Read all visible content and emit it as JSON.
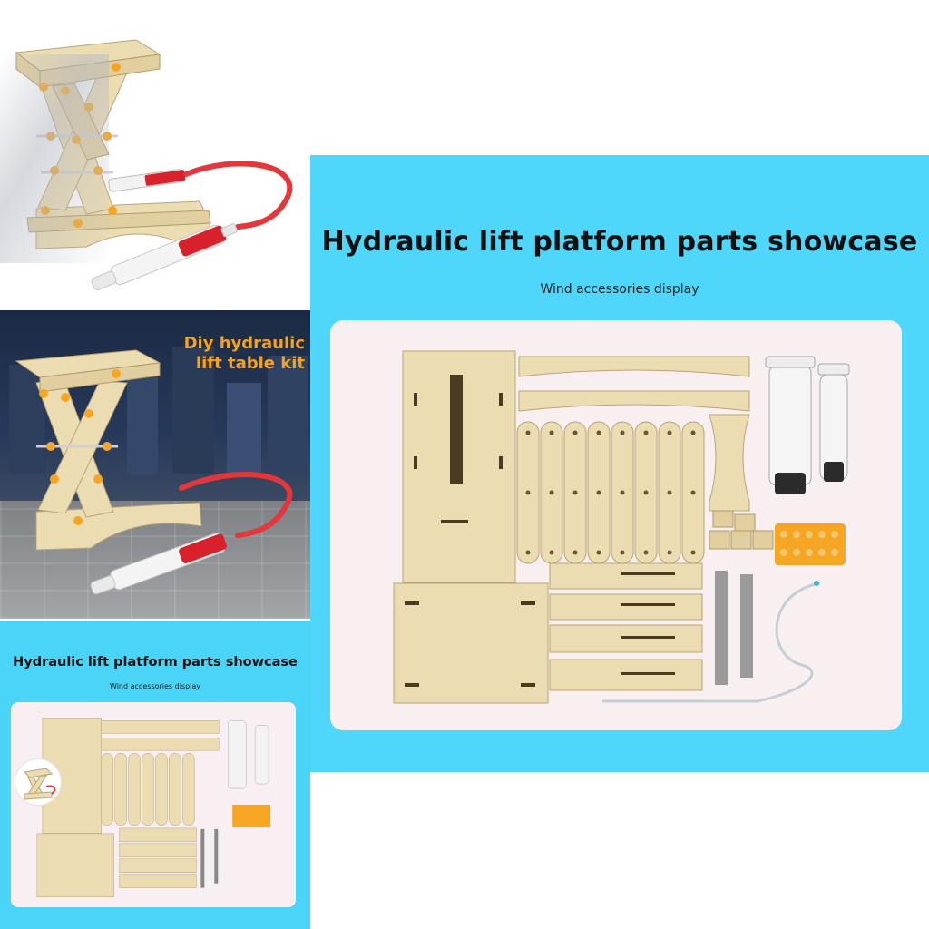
{
  "lift_photo": {
    "icon": "scissor-lift-icon",
    "wood_color": "#eddcb0",
    "pin_color": "#f6a623",
    "fluid_color": "#d8212a"
  },
  "city_photo": {
    "headline_line1": "Diy hydraulic",
    "headline_line2": "lift table kit",
    "headline_color": "#f7a21b"
  },
  "showcase_small": {
    "title": "Hydraulic lift platform parts showcase",
    "subtitle": "Wind accessories display",
    "background": "#49d4f8"
  },
  "showcase_large": {
    "title": "Hydraulic lift platform parts showcase",
    "subtitle": "Wind accessories display",
    "background": "#4fd6fb"
  },
  "parts": {
    "icons": [
      "wood-panel-icon",
      "lever-strip-icon",
      "syringe-icon",
      "nut-cluster-icon",
      "tube-icon",
      "rod-icon"
    ],
    "nut_color": "#f6a623"
  }
}
